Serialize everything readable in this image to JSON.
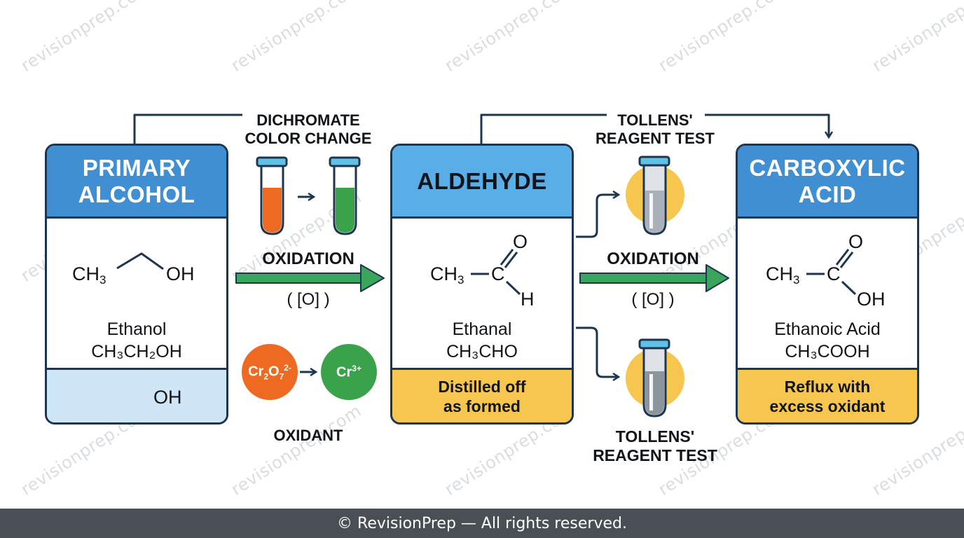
{
  "watermark_text": "revisionprep.com",
  "stages": {
    "alcohol": {
      "title_line1": "PRIMARY",
      "title_line2": "ALCOHOL",
      "struct_left": "CH",
      "struct_sub": "3",
      "struct_right": "OH",
      "name": "Ethanol",
      "formula": "CH₃CH₂OH",
      "skeletal_label": "OH"
    },
    "aldehyde": {
      "title": "ALDEHYDE",
      "struct_ch": "CH",
      "struct_sub": "3",
      "atom_c": "C",
      "atom_o": "O",
      "atom_h": "H",
      "name": "Ethanal",
      "formula": "CH₃CHO",
      "note_line1": "Distilled off",
      "note_line2": "as formed"
    },
    "acid": {
      "title_line1": "CARBOXYLIC",
      "title_line2": "ACID",
      "struct_ch": "CH",
      "struct_sub": "3",
      "atom_c": "C",
      "atom_o": "O",
      "atom_oh": "OH",
      "name": "Ethanoic Acid",
      "formula": "CH₃COOH",
      "note_line1": "Reflux with",
      "note_line2": "excess oxidant"
    }
  },
  "step1": {
    "test_line1": "DICHROMATE",
    "test_line2": "COLOR CHANGE",
    "process": "OXIDATION",
    "reagent": "( [O] )",
    "ion_from": "Cr",
    "ion_from_sub1": "2",
    "ion_from_o": "O",
    "ion_from_sub2": "7",
    "ion_from_sup": "2-",
    "ion_to": "Cr",
    "ion_to_sup": "3+",
    "oxidant_label": "OXIDANT"
  },
  "step2": {
    "test_top_line1": "TOLLENS'",
    "test_top_line2": "REAGENT TEST",
    "process": "OXIDATION",
    "reagent": "( [O] )",
    "test_bottom_line1": "TOLLENS'",
    "test_bottom_line2": "REAGENT TEST"
  },
  "colors": {
    "header_blue": "#3f8fd2",
    "header_lightblue": "#5aaee8",
    "note_yellow": "#f6c64f",
    "foot_lightblue": "#cfe6f7",
    "arrow_green": "#3aa65b",
    "dichromate_orange": "#ee6a23",
    "chromium_green": "#3aa24a",
    "border_navy": "#1c3550"
  },
  "footer": "© RevisionPrep — All rights reserved."
}
